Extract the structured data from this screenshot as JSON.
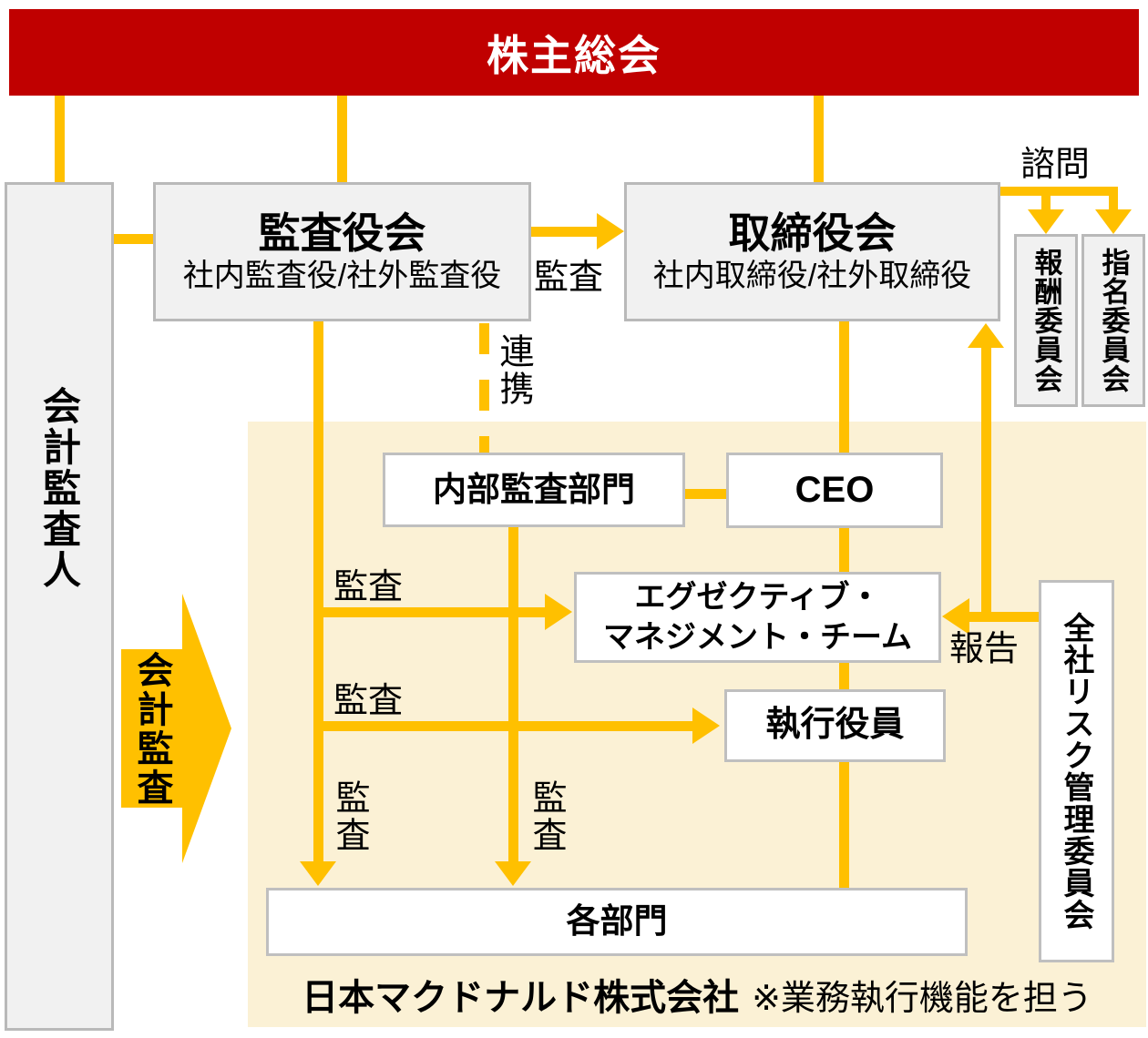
{
  "colors": {
    "banner_red": "#C00000",
    "connector_yellow": "#FFC000",
    "execution_area_cream": "#FBF1D5",
    "gray_box_fill": "#F1F1F1",
    "box_border": "#BFBFBF"
  },
  "banner": {
    "title": "株主総会"
  },
  "nodes": {
    "accounting_auditor": {
      "label": "会計監査人"
    },
    "audit_board": {
      "title": "監査役会",
      "subtitle": "社内監査役/社外監査役"
    },
    "board_of_directors": {
      "title": "取締役会",
      "subtitle": "社内取締役/社外取締役"
    },
    "compensation_committee": {
      "label": "報酬委員会"
    },
    "nomination_committee": {
      "label": "指名委員会"
    },
    "internal_audit_department": {
      "label": "内部監査部門"
    },
    "ceo": {
      "label": "CEO"
    },
    "executive_management_team": {
      "line1": "エグゼクティブ・",
      "line2": "マネジメント・チーム"
    },
    "executive_officers": {
      "label": "執行役員"
    },
    "departments": {
      "label": "各部門"
    },
    "risk_management_committee": {
      "label": "全社リスク管理委員会"
    }
  },
  "edge_labels": {
    "advisory": "諮問",
    "audit_board_to_directors": "監査",
    "cooperation": "連携",
    "audit_to_emt": "監査",
    "audit_to_officers": "監査",
    "audit_to_departments_1": "監査",
    "audit_to_departments_2": "監査",
    "report": "報告",
    "accounting_audit": "会計監査"
  },
  "footer": {
    "company": "日本マクドナルド株式会社",
    "note": "※業務執行機能を担う"
  }
}
